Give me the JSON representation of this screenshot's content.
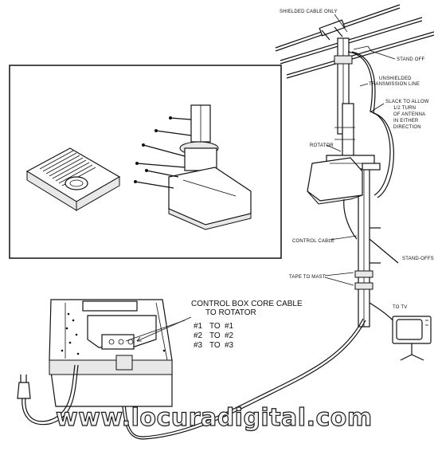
{
  "labels": {
    "shielded_cable": "SHIELDED CABLE ONLY",
    "stand_off": "STAND OFF",
    "unshielded_1": "UNSHIELDED",
    "unshielded_2": "TRANSMISSION LINE",
    "slack_1": "SLACK TO ALLOW",
    "slack_2": "1/2 TURN",
    "slack_3": "OF ANTENNA",
    "slack_4": "IN EITHER",
    "slack_5": "DIRECTION",
    "rotator": "ROTATOR",
    "control_cable": "CONTROL CABLE",
    "stand_offs": "STAND-OFFS",
    "tape_to_mast": "TAPE TO MAST",
    "to_tv": "TO TV",
    "core_cable_1": "CONTROL BOX CORE CABLE",
    "core_cable_2": "TO ROTATOR"
  },
  "wiring": {
    "row1": {
      "a": "#1",
      "to": "TO",
      "b": "#1"
    },
    "row2": {
      "a": "#2",
      "to": "TO",
      "b": "#2"
    },
    "row3": {
      "a": "#3",
      "to": "TO",
      "b": "#3"
    }
  },
  "watermark": "www.locuradigital.com"
}
